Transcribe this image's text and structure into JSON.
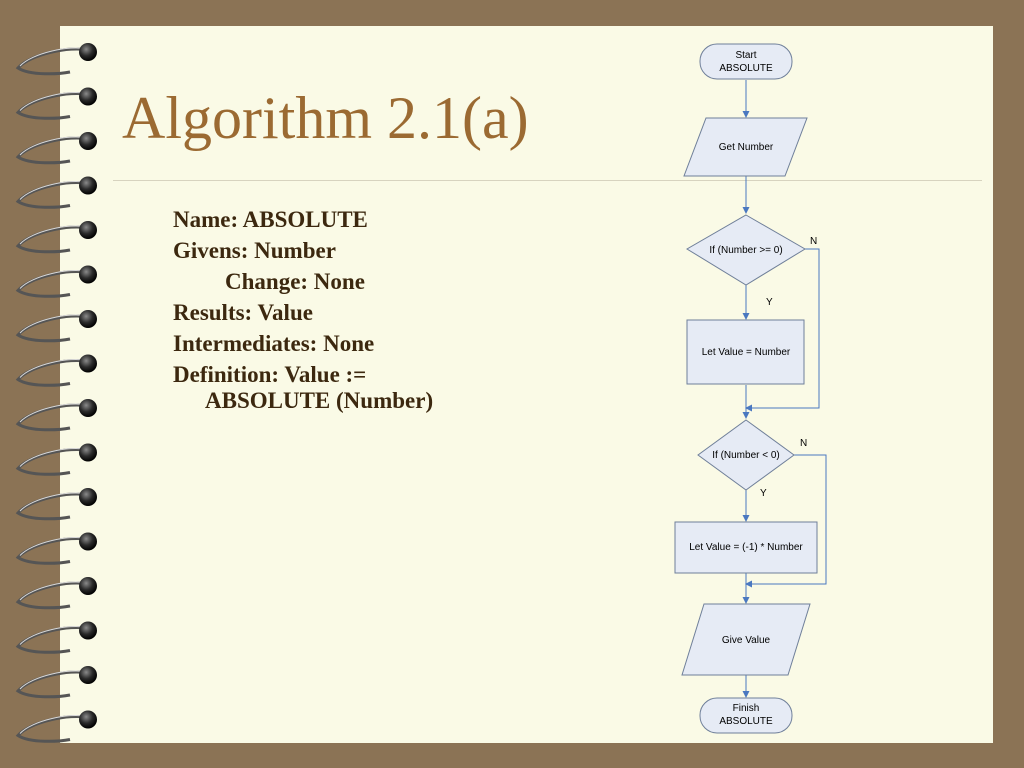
{
  "title": "Algorithm 2.1(a)",
  "spec": {
    "name": "Name: ABSOLUTE",
    "givens": "Givens: Number",
    "change": "Change: None",
    "results": "Results: Value",
    "intermediates": "Intermediates: None",
    "definition_line1": "Definition: Value :=",
    "definition_line2": "ABSOLUTE (Number)"
  },
  "flowchart": {
    "start_line1": "Start",
    "start_line2": "ABSOLUTE",
    "get_number": "Get Number",
    "decision1": "If (Number >= 0)",
    "decision1_yes": "Y",
    "decision1_no": "N",
    "process1": "Let Value = Number",
    "decision2": "If (Number < 0)",
    "decision2_yes": "Y",
    "decision2_no": "N",
    "process2": "Let Value = (-1) * Number",
    "give_value": "Give Value",
    "finish_line1": "Finish",
    "finish_line2": "ABSOLUTE"
  },
  "colors": {
    "frame": "#8b7355",
    "page": "#fafae6",
    "title": "#9b6a32",
    "text": "#3c280f",
    "shape_fill": "#e6ebf5",
    "shape_stroke": "#6f7f99",
    "connector": "#4a78c0"
  }
}
